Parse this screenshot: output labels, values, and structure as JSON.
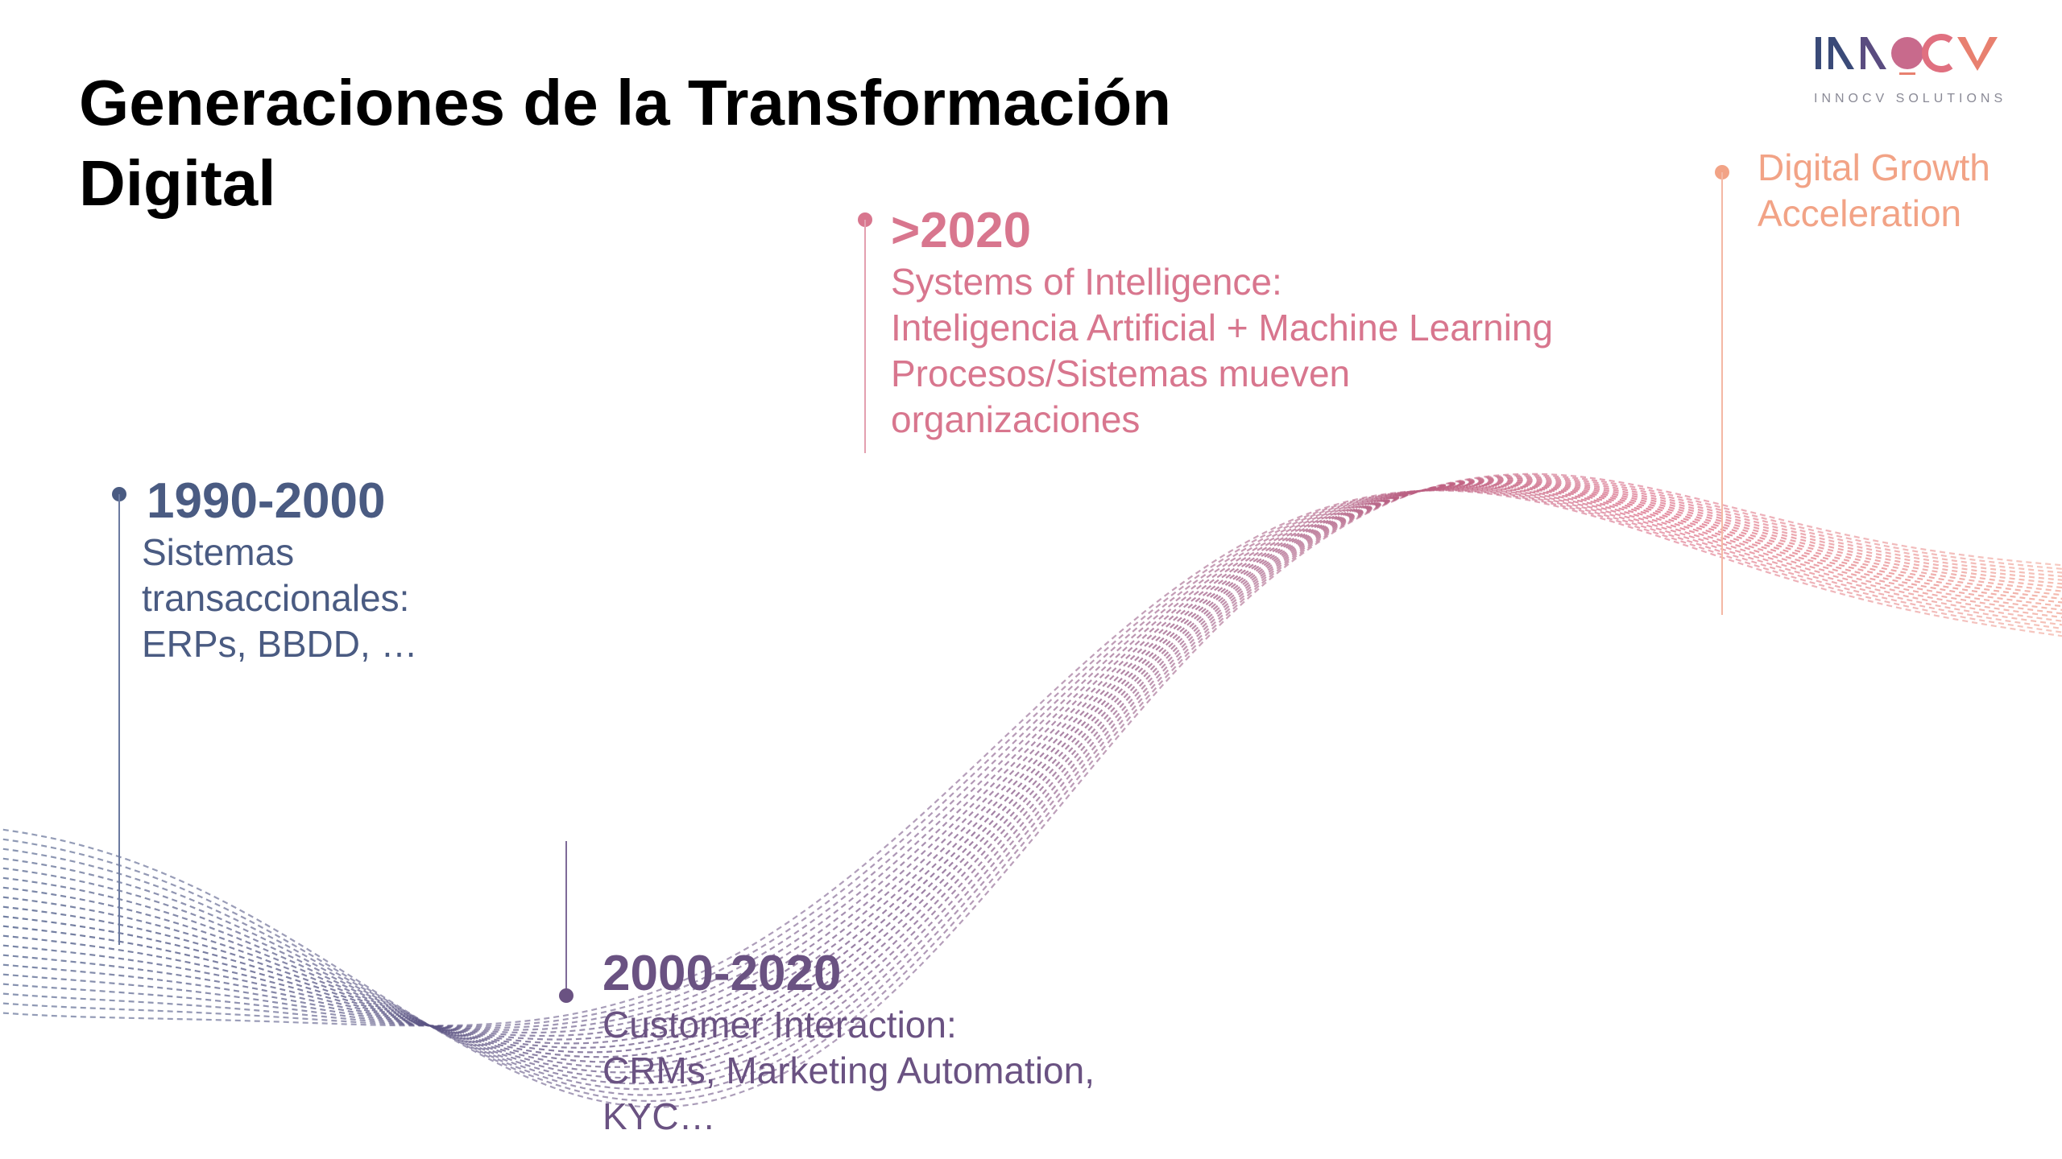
{
  "title": {
    "line1": "Generaciones de la Transformación",
    "line2": "Digital"
  },
  "logo": {
    "text": "INNOCV",
    "subtitle": "INNOCV SOLUTIONS"
  },
  "eras": [
    {
      "year": "1990-2000",
      "lines": [
        "Sistemas",
        "transaccionales:",
        "ERPs, BBDD, …"
      ],
      "color": "#4a5b82"
    },
    {
      "year": "2000-2020",
      "lines": [
        "Customer Interaction:",
        "CRMs, Marketing Automation,",
        "KYC…"
      ],
      "color": "#6a5282"
    },
    {
      "year": ">2020",
      "lines": [
        "Systems of Intelligence:",
        "Inteligencia Artificial + Machine Learning",
        "Procesos/Sistemas mueven",
        "organizaciones"
      ],
      "color": "#d8768e"
    },
    {
      "year": "",
      "lines": [
        "Digital Growth",
        "Acceleration"
      ],
      "color": "#f2a386"
    }
  ],
  "colors": {
    "wave_start": "#3f5280",
    "wave_mid": "#7a5486",
    "wave_end": "#e0637c",
    "logo_navy": "#3a4a78",
    "logo_coral": "#e8806f"
  }
}
